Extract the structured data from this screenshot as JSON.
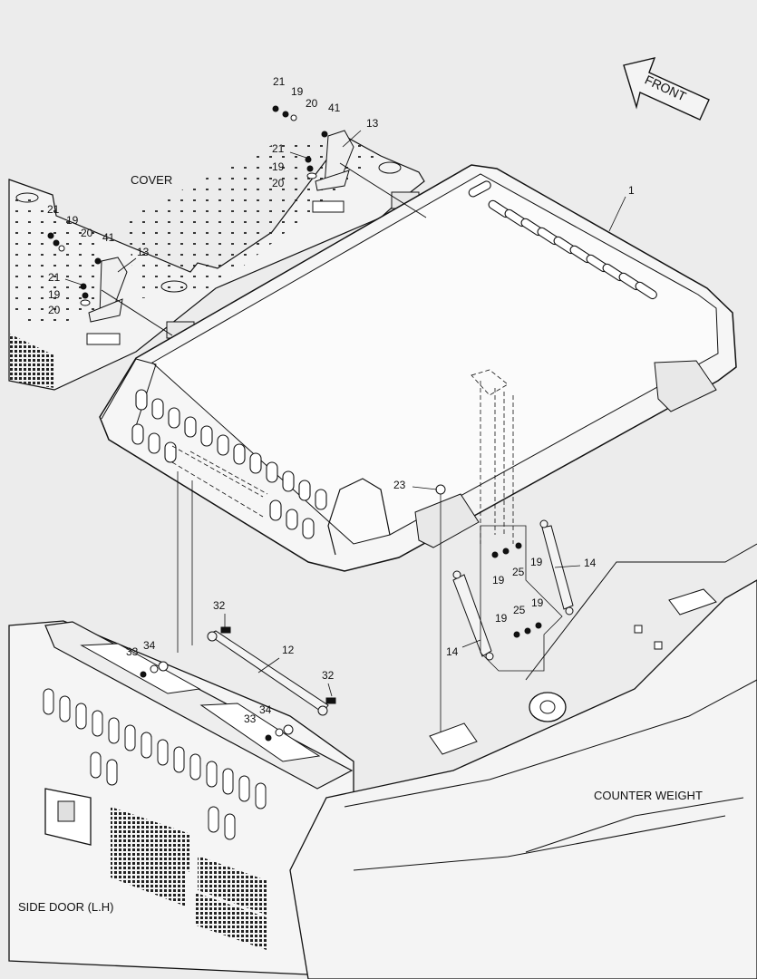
{
  "labels": {
    "front": "FRONT",
    "cover": "COVER",
    "counter_weight": "COUNTER WEIGHT",
    "side_door": "SIDE DOOR (L.H)"
  },
  "callouts": {
    "c1": "1",
    "c12": "12",
    "c13a": "13",
    "c13b": "13",
    "c14a": "14",
    "c14b": "14",
    "c19a": "19",
    "c19b": "19",
    "c19c": "19",
    "c19d": "19",
    "c19e": "19",
    "c19f": "19",
    "c19g": "19",
    "c20a": "20",
    "c20b": "20",
    "c20c": "20",
    "c20d": "20",
    "c21a": "21",
    "c21b": "21",
    "c21c": "21",
    "c21d": "21",
    "c23": "23",
    "c25a": "25",
    "c25b": "25",
    "c32a": "32",
    "c32b": "32",
    "c33a": "33",
    "c33b": "33",
    "c34a": "34",
    "c34b": "34",
    "c41a": "41",
    "c41b": "41"
  },
  "colors": {
    "background": "#ececec",
    "line": "#111111",
    "panel": "#f2f2f2"
  }
}
